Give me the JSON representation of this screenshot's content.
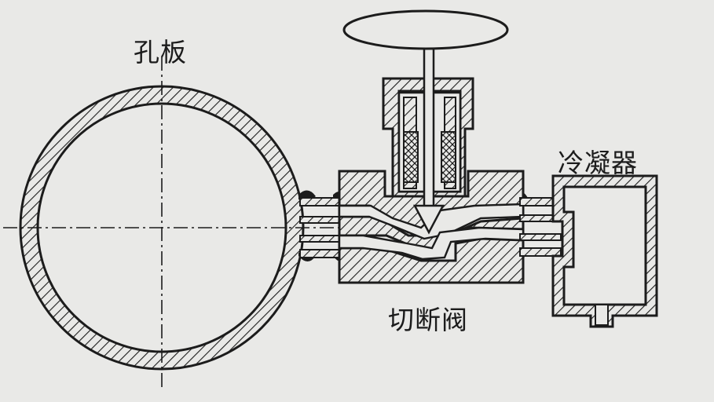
{
  "labels": {
    "orifice_plate": "孔板",
    "condenser": "冷凝器",
    "shutoff_valve": "切断阀"
  },
  "colors": {
    "ink": "#1c1c1c",
    "paper": "#e9e9e7"
  }
}
